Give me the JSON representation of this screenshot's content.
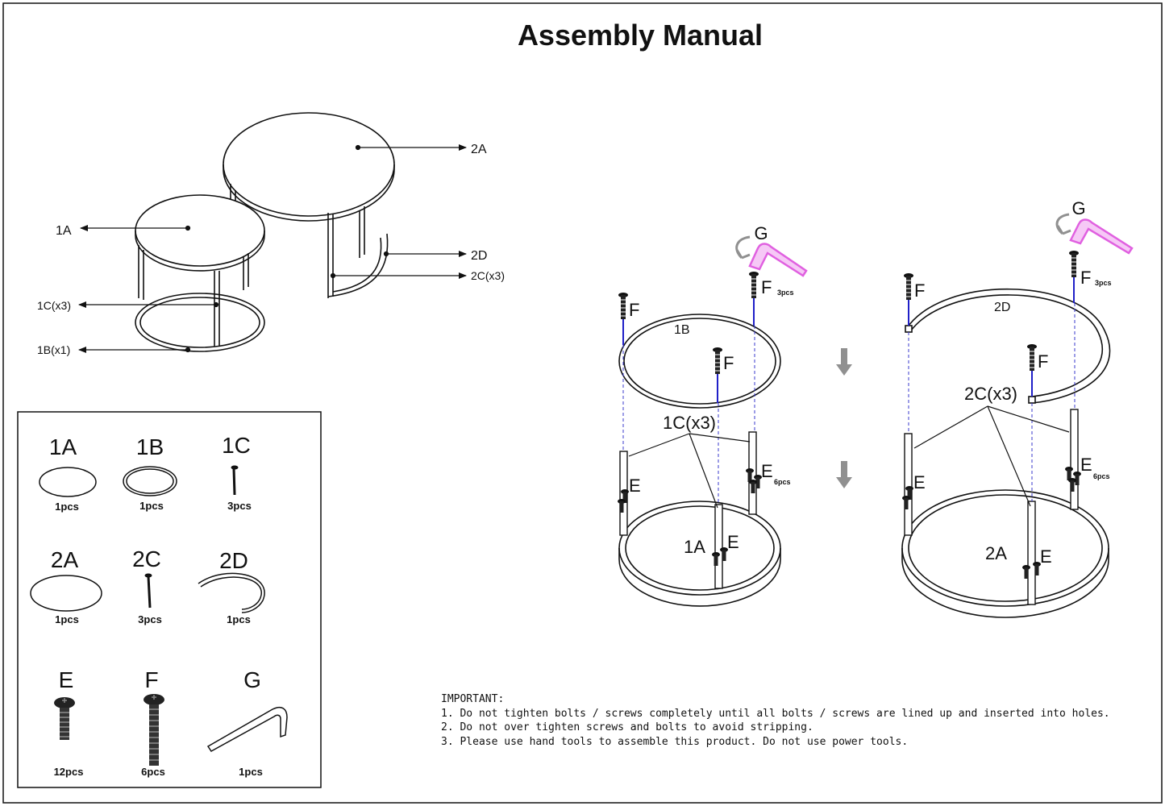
{
  "title": "Assembly Manual",
  "overview": {
    "labels": {
      "top_large": "2A",
      "top_small": "1A",
      "ring_large": "2D",
      "legs_large": "2C(x3)",
      "legs_small": "1C(x3)",
      "ring_small": "1B(x1)"
    }
  },
  "parts": [
    {
      "code": "1A",
      "qty": "1pcs"
    },
    {
      "code": "1B",
      "qty": "1pcs"
    },
    {
      "code": "1C",
      "qty": "3pcs"
    },
    {
      "code": "2A",
      "qty": "1pcs"
    },
    {
      "code": "2C",
      "qty": "3pcs"
    },
    {
      "code": "2D",
      "qty": "1pcs"
    },
    {
      "code": "E",
      "qty": "12pcs"
    },
    {
      "code": "F",
      "qty": "6pcs"
    },
    {
      "code": "G",
      "qty": "1pcs"
    }
  ],
  "step_small": {
    "tool": "G",
    "screw": "F",
    "screw_qty": "3pcs",
    "ring": "1B",
    "legs": "1C(x3)",
    "bolt": "E",
    "bolt_qty": "6pcs",
    "top": "1A"
  },
  "step_large": {
    "tool": "G",
    "screw": "F",
    "screw_qty": "3pcs",
    "ring": "2D",
    "legs": "2C(x3)",
    "bolt": "E",
    "bolt_qty": "6pcs",
    "top": "2A"
  },
  "important": {
    "heading": "IMPORTANT:",
    "notes": [
      "1. Do not tighten bolts / screws completely until all bolts / screws are lined up and inserted into holes.",
      "2. Do not over tighten screws and bolts to avoid stripping.",
      "3. Please use hand tools to assemble this product. Do not use power tools."
    ]
  },
  "colors": {
    "line": "#111111",
    "dash": "#3a3acc",
    "tool": "#e060e0",
    "arrow_grey": "#909090"
  }
}
